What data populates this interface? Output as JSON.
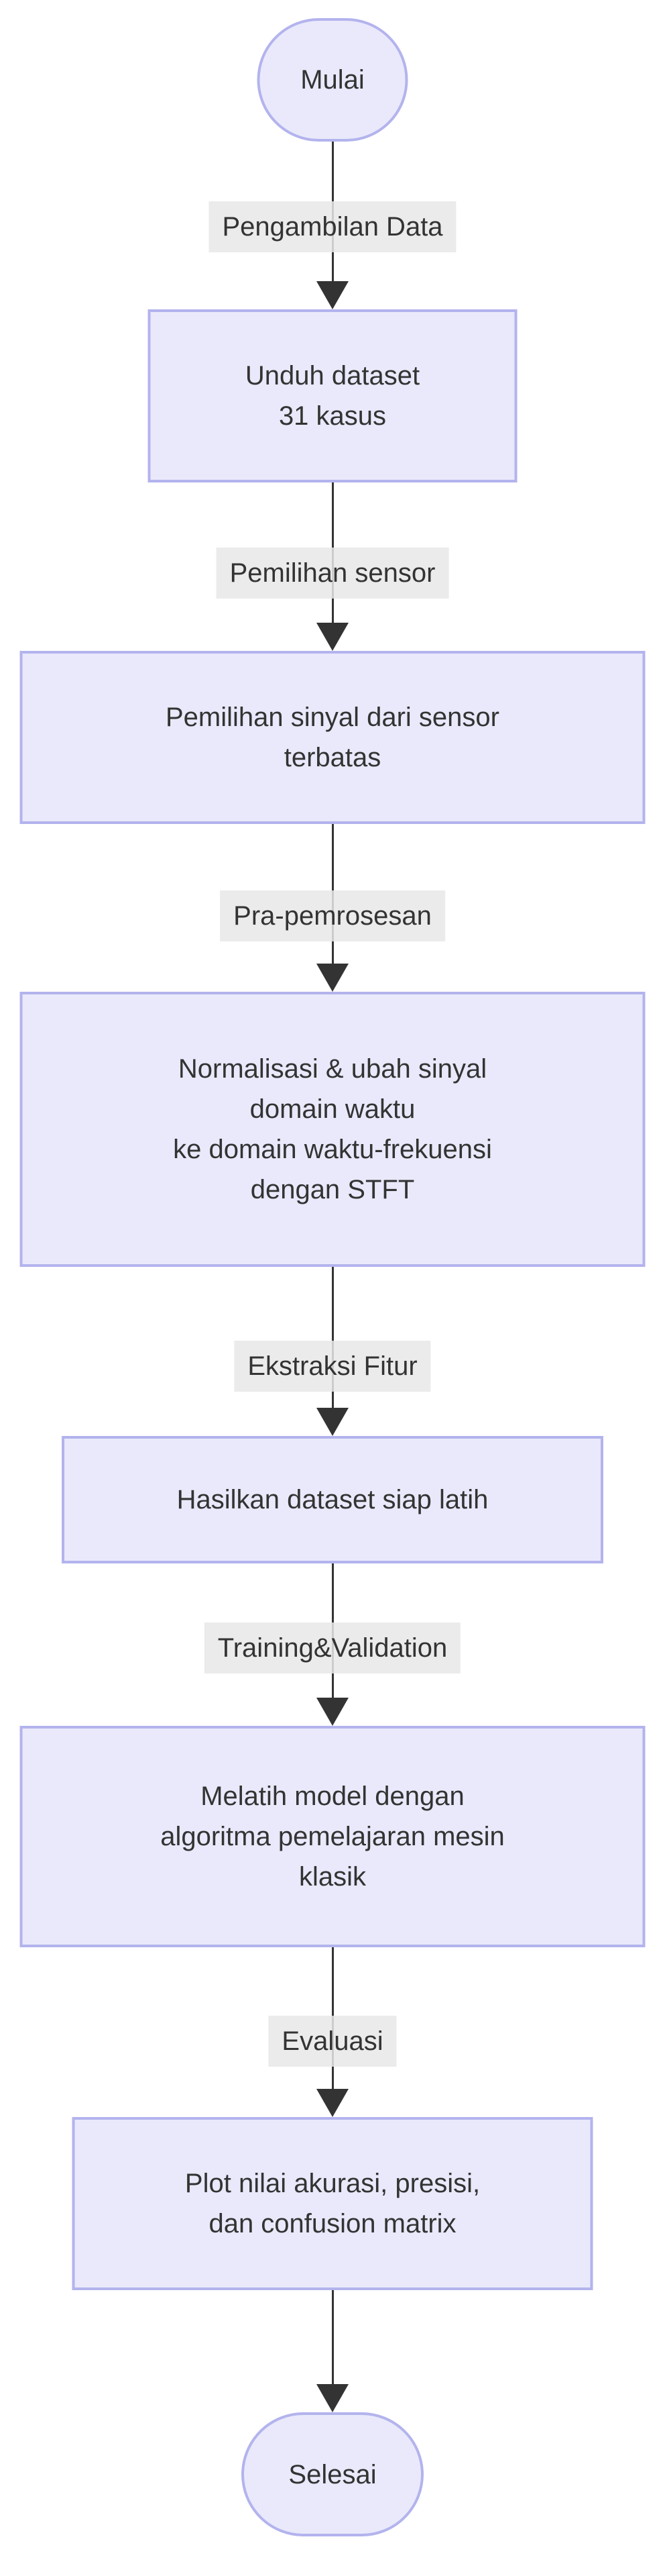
{
  "diagram": {
    "type": "flowchart",
    "direction": "top-down",
    "colors": {
      "node_fill": "#E9E9FB",
      "node_border": "#B3B3EE",
      "node_text": "#333333",
      "edge_line": "#333333",
      "edge_label_bg": "#E8E8E8",
      "edge_label_text": "#333333",
      "background": "#FFFFFF"
    },
    "nodes": [
      {
        "id": "start",
        "shape": "stadium",
        "lines": [
          "Mulai"
        ]
      },
      {
        "id": "download",
        "shape": "rect",
        "lines": [
          "Unduh dataset",
          "31 kasus"
        ]
      },
      {
        "id": "select-signal",
        "shape": "rect",
        "lines": [
          "Pemilihan sinyal dari sensor",
          "terbatas"
        ]
      },
      {
        "id": "preprocess",
        "shape": "rect",
        "lines": [
          "Normalisasi & ubah sinyal",
          "domain waktu",
          "ke domain waktu-frekuensi",
          "dengan STFT"
        ]
      },
      {
        "id": "dataset-ready",
        "shape": "rect",
        "lines": [
          "Hasilkan dataset siap latih"
        ]
      },
      {
        "id": "train-model",
        "shape": "rect",
        "lines": [
          "Melatih model dengan",
          "algoritma pemelajaran mesin",
          "klasik"
        ]
      },
      {
        "id": "plot-results",
        "shape": "rect",
        "lines": [
          "Plot nilai akurasi, presisi,",
          "dan confusion matrix"
        ]
      },
      {
        "id": "end",
        "shape": "stadium",
        "lines": [
          "Selesai"
        ]
      }
    ],
    "edges": [
      {
        "from": "start",
        "to": "download",
        "label": "Pengambilan Data"
      },
      {
        "from": "download",
        "to": "select-signal",
        "label": "Pemilihan sensor"
      },
      {
        "from": "select-signal",
        "to": "preprocess",
        "label": "Pra-pemrosesan"
      },
      {
        "from": "preprocess",
        "to": "dataset-ready",
        "label": "Ekstraksi Fitur"
      },
      {
        "from": "dataset-ready",
        "to": "train-model",
        "label": "Training&Validation"
      },
      {
        "from": "train-model",
        "to": "plot-results",
        "label": "Evaluasi"
      },
      {
        "from": "plot-results",
        "to": "end",
        "label": ""
      }
    ]
  }
}
